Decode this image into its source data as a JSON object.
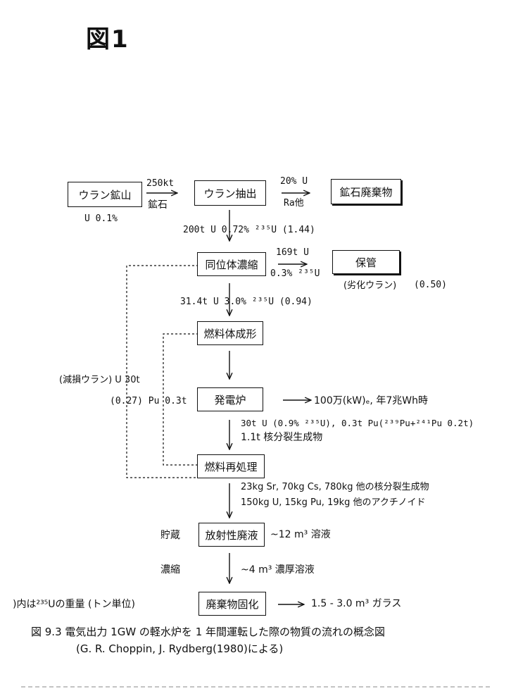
{
  "figure_label": "図1",
  "nodes": {
    "uranium_mine": "ウラン鉱山",
    "uranium_extraction": "ウラン抽出",
    "ore_waste": "鉱石廃棄物",
    "isotope_enrichment": "同位体濃縮",
    "storage": "保管",
    "fuel_fabrication": "燃料体成形",
    "power_reactor": "発電炉",
    "fuel_reprocessing": "燃料再処理",
    "radioactive_waste_liquid": "放射性廃液",
    "waste_solidification": "廃棄物固化"
  },
  "labels": {
    "mine_grade": "U 0.1%",
    "ore_amount": "250kt",
    "ore_word": "鉱石",
    "ore_waste_u": "20% U",
    "ore_waste_ra": "Ra他",
    "extract_output": "200t U  0.72% ²³⁵U  (1.44)",
    "tails_amount": "169t U",
    "tails_assay": "0.3% ²³⁵U",
    "tails_note": "(劣化ウラン)",
    "tails_value": "(0.50)",
    "enriched_output": "31.4t U  3.0%  ²³⁵U  (0.94)",
    "depleted_u": "(減損ウラン) U   30t",
    "recycled_pu": "(0.27) Pu 0.3t",
    "reactor_output": "100万(kW)ₑ, 年7兆Wh時",
    "spent_fuel_1": "30t U (0.9%  ²³⁵U), 0.3t Pu(²³⁹Pu+²⁴¹Pu 0.2t)",
    "spent_fuel_2": "1.1t 核分裂生成物",
    "reprocess_out_1": "23kg Sr, 70kg Cs, 780kg 他の核分裂生成物",
    "reprocess_out_2": "150kg  U, 15kg Pu, 19kg 他のアクチノイド",
    "storage_label": "貯蔵",
    "waste_volume": "~12 m³ 溶液",
    "concentrate_label": "濃縮",
    "concentrated_volume": "~4 m³ 濃厚溶液",
    "footnote": ")内は²³⁵Uの重量 (トン単位)",
    "glass_volume": "1.5 - 3.0 m³ ガラス"
  },
  "caption": {
    "line1": "図 9.3  電気出力 1GW の軽水炉を 1 年間運転した際の物質の流れの概念図",
    "line2": "(G. R. Choppin, J. Rydberg(1980)による)"
  }
}
